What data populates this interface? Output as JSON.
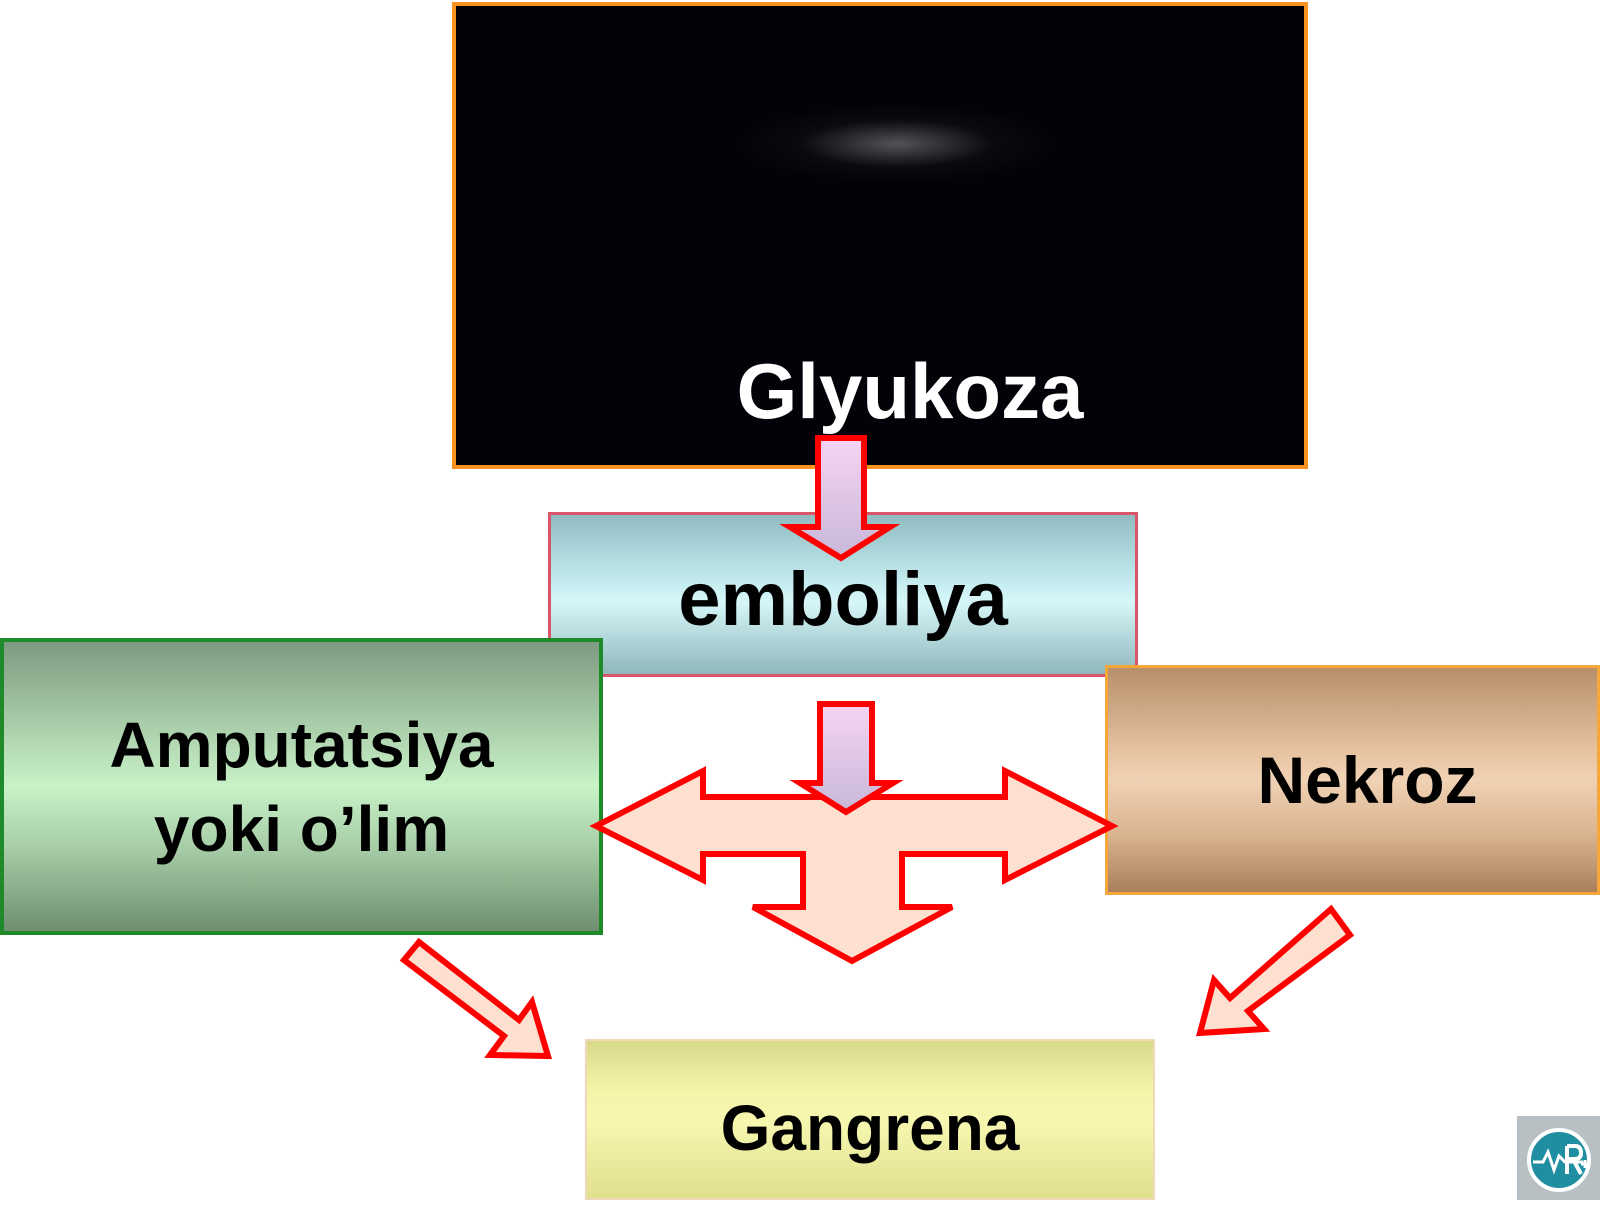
{
  "diagram": {
    "nodes": {
      "glyukoza": "Glyukoza",
      "emboliya": "emboliya",
      "amputatsiya_line1": "Amputatsiya",
      "amputatsiya_line2": "yoki o’lim",
      "nekroz": "Nekroz",
      "gangrena": "Gangrena"
    }
  },
  "colors": {
    "arrow_stroke": "#ff0000",
    "arrow_fill_light": "#fde0d0",
    "arrow_fill_pink": "#f4c8f0",
    "glyukoza_border": "#f7931e",
    "amputatsiya_border": "#1f8a2a",
    "emboliya_border": "#d9566a"
  },
  "icons": {
    "logo": "medical-logo-icon"
  }
}
